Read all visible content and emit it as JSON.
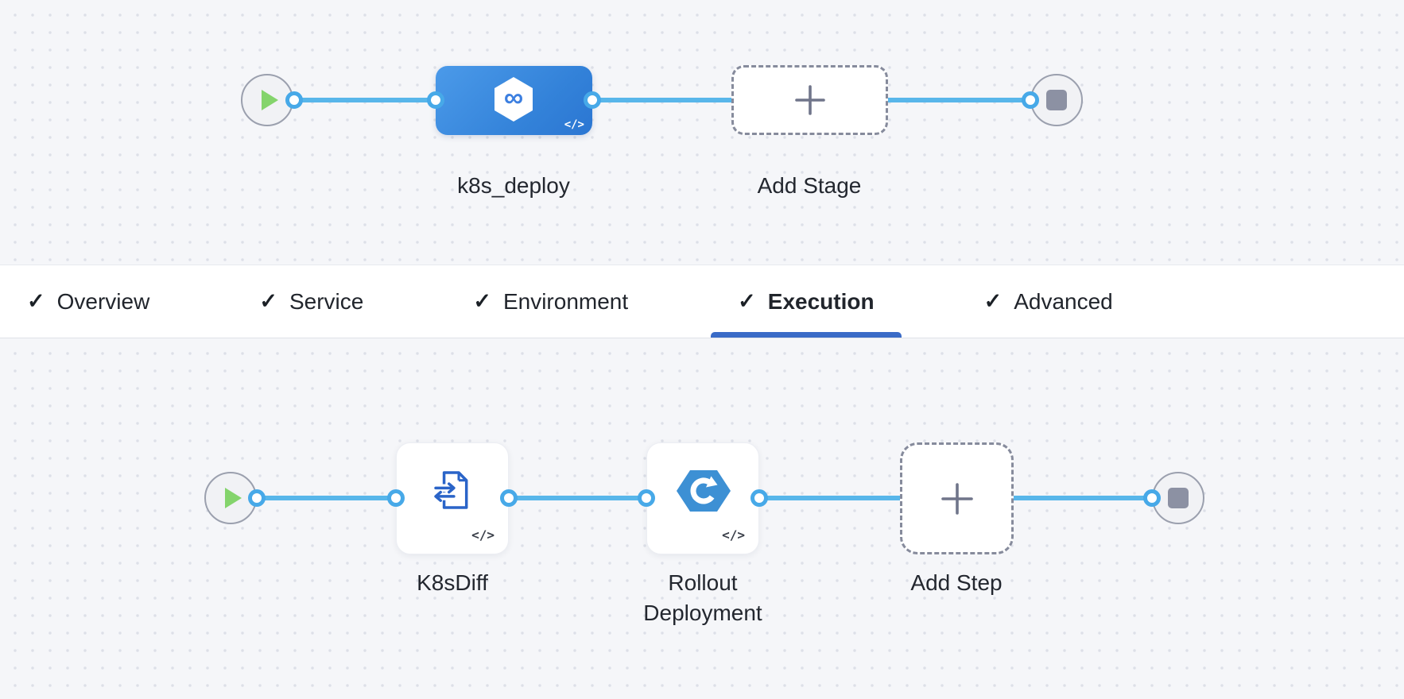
{
  "stage_pipeline": {
    "start_node": "pipeline-start",
    "end_node": "pipeline-end",
    "stage": {
      "label": "k8s_deploy"
    },
    "add_stage": {
      "label": "Add Stage"
    },
    "code_glyph": "</>"
  },
  "tabs": {
    "check_glyph": "✓",
    "active_label": "Execution",
    "items": [
      {
        "label": "Overview"
      },
      {
        "label": "Service"
      },
      {
        "label": "Environment"
      },
      {
        "label": "Execution"
      },
      {
        "label": "Advanced"
      }
    ]
  },
  "execution_graph": {
    "steps": [
      {
        "label": "K8sDiff"
      },
      {
        "label": "Rollout Deployment"
      }
    ],
    "add_step": {
      "label": "Add Step"
    },
    "code_glyph": "</>"
  },
  "icons": {
    "infinity_glyph": "∞",
    "start": "play-icon",
    "end": "stop-icon",
    "stage": "harness-infinity-icon",
    "k8s_diff": "file-diff-icon",
    "rollout": "rollout-hexagon-icon",
    "add": "plus-icon",
    "tab_check": "check-icon"
  },
  "colors": {
    "connector_blue": "#58b6ea",
    "port_ring_blue": "#47a9e8",
    "stage_blue": "#3382d9",
    "play_green": "#84d46c",
    "stop_gray": "#8c91a3",
    "active_tab_underline": "#3a6bc7",
    "step_icon_blue": "#2a64c8",
    "rollout_hex_blue": "#3d90d4"
  }
}
